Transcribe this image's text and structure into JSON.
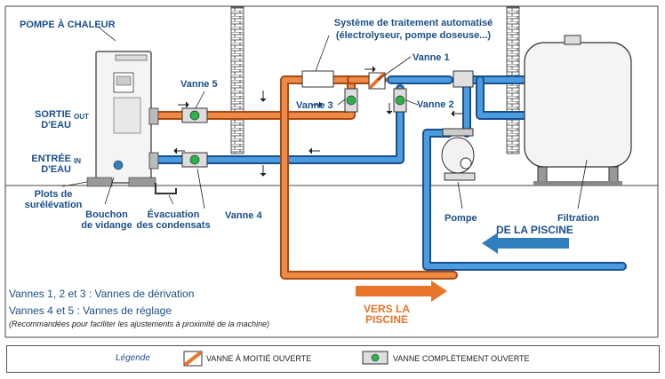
{
  "labels": {
    "pompe_chaleur": "POMPE À CHALEUR",
    "sortie": [
      "SORTIE",
      "D'EAU"
    ],
    "out": "OUT",
    "entree": [
      "ENTRÉE",
      "D'EAU"
    ],
    "in": "IN",
    "plots": [
      "Plots de",
      "surélévation"
    ],
    "bouchon": [
      "Bouchon",
      "de vidange"
    ],
    "evacuation": [
      "Évacuation",
      "des condensats"
    ],
    "vanne5": "Vanne 5",
    "vanne4": "Vanne 4",
    "vanne3": "Vanne 3",
    "vanne2": "Vanne 2",
    "vanne1": "Vanne 1",
    "systeme": [
      "Système de traitement automatisé",
      "(électrolyseur, pompe doseuse...)"
    ],
    "pompe": "Pompe",
    "filtration": "Filtration",
    "de_la_piscine": "DE LA PISCINE",
    "vers_la_piscine": [
      "VERS LA",
      "PISCINE"
    ]
  },
  "notes": {
    "line1": "Vannes 1, 2 et 3 : Vannes de dérivation",
    "line2": "Vannes 4 et 5 : Vannes de réglage",
    "line3": "(Recommandées pour faciliter les ajustements à proximité de la machine)"
  },
  "legend": {
    "title": "Légende",
    "half_open": "VANNE À MOITIÉ OUVERTE",
    "fully_open": "VANNE COMPLÈTEMENT OUVERTE"
  },
  "colors": {
    "orange": "#e8742a",
    "blue": "#2f7fc0",
    "text_blue": "#1a4f8a",
    "green": "#2bb34a"
  }
}
